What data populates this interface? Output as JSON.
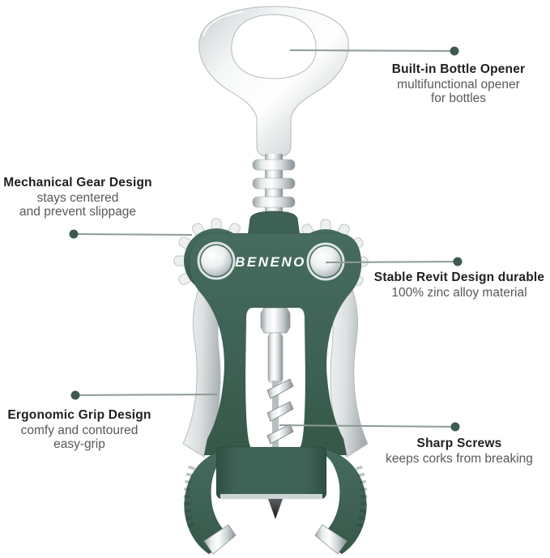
{
  "product": {
    "brand": "BENENO",
    "type_note": "wing corkscrew with bottle opener"
  },
  "colors": {
    "background": "#FFFFFF",
    "body_green": "#3E6356",
    "body_green_dark": "#2E4C41",
    "chrome": "#C9CFD1",
    "leader_line": "#8D9C95",
    "leader_dot": "#3D5A4E",
    "title_text": "#1E1E20",
    "subtitle_text": "#58595B",
    "brand_text": "#FFFFFF"
  },
  "callouts": [
    {
      "id": "bottle-opener",
      "title": "Built-in Bottle Opener",
      "lines": [
        "multifunctional opener",
        "for bottles"
      ]
    },
    {
      "id": "gear",
      "title": "Mechanical Gear Design",
      "lines": [
        "stays centered",
        "and prevent slippage"
      ]
    },
    {
      "id": "rivet",
      "title": "Stable Revit Design durable",
      "lines": [
        "100% zinc alloy material"
      ]
    },
    {
      "id": "grip",
      "title": "Ergonomic Grip Design",
      "lines": [
        "comfy and contoured",
        "easy-grip"
      ]
    },
    {
      "id": "screws",
      "title": "Sharp Screws",
      "lines": [
        "keeps corks from breaking"
      ]
    }
  ]
}
